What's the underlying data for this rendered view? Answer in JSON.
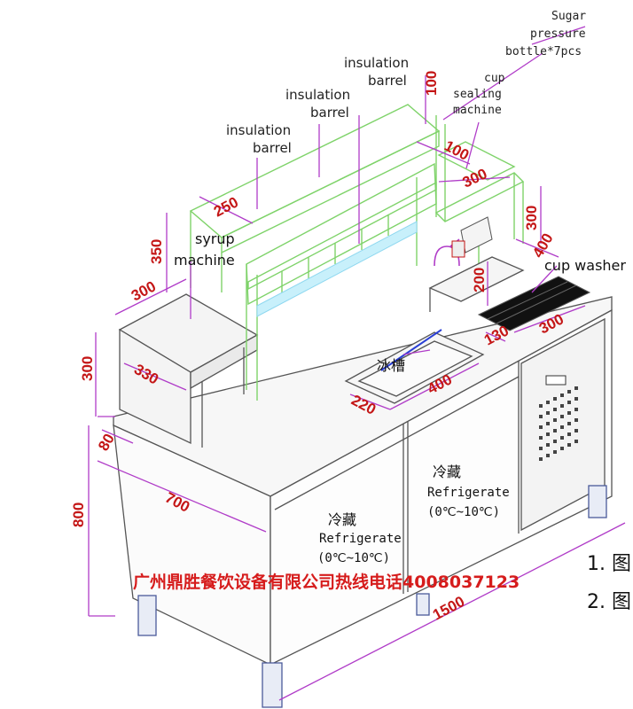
{
  "labels": {
    "sugar_1": "Sugar",
    "sugar_2": "pressure",
    "sugar_3": "bottle*7pcs",
    "barrel1_a": "insulation",
    "barrel1_b": "barrel",
    "barrel2_a": "insulation",
    "barrel2_b": "barrel",
    "barrel3_a": "insulation",
    "barrel3_b": "barrel",
    "cup_sealing_a": "cup",
    "cup_sealing_b": "sealing",
    "cup_sealing_c": "machine",
    "syrup_a": "syrup",
    "syrup_b": "machine",
    "cup_washer": "cup washer",
    "ice_sink": "冰槽",
    "cold1": "冷藏",
    "refrigerate1": "Refrigerate",
    "temp1": "(0℃~10℃)",
    "cold2": "冷藏",
    "refrigerate2": "Refrigerate",
    "temp2": "(0℃~10℃)"
  },
  "dimensions": {
    "d100a": "100",
    "d100b": "100",
    "d300a": "300",
    "d250": "250",
    "d350": "350",
    "d300b": "300",
    "d300c": "300",
    "d330": "330",
    "d300d": "300",
    "d400a": "400",
    "d200": "200",
    "d130": "130",
    "d300e": "300",
    "d400b": "400",
    "d220": "220",
    "d80": "80",
    "d700": "700",
    "d800": "800",
    "d1500": "1500"
  },
  "watermark": "广州鼎胜餐饮设备有限公司热线电话4008037123",
  "notes": [
    "1. 图",
    "2. 图"
  ],
  "colors": {
    "frame": "#7fd36a",
    "dimension": "#c41616",
    "leader": "#b03cc8",
    "steel": "#5a5a5a",
    "blue": "#2a3fd6",
    "glass": "#8fd8f0"
  }
}
